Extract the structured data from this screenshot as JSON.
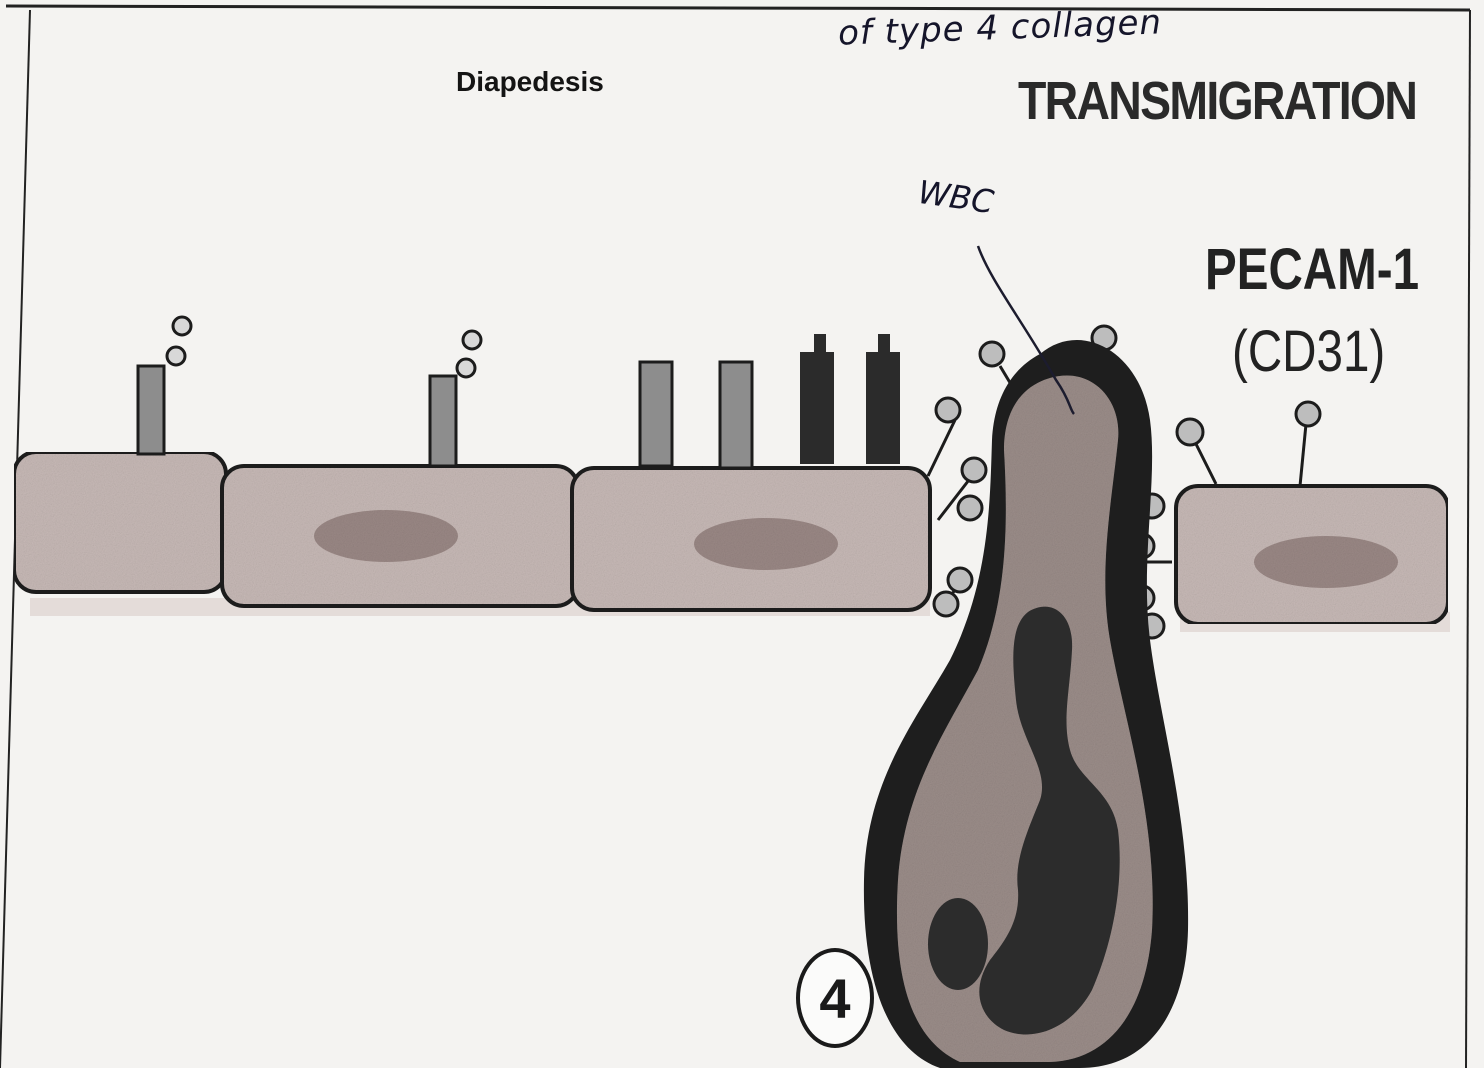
{
  "titles": {
    "diapedesis": "Diapedesis",
    "transmigration": "TRANSMIGRATION"
  },
  "labels": {
    "pecam": "PECAM-1",
    "cd31": "(CD31)",
    "step_number": "4"
  },
  "handwritten": {
    "collagen_note": "of type 4 collagen",
    "wbc": "WBC"
  },
  "colors": {
    "cell_fill": "#c7b9b6",
    "nucleus": "#9a8885",
    "wbc_body": "#9b8d89",
    "wbc_outline": "#1e1e1e",
    "wbc_nucleus": "#2c2c2c",
    "receptor_light": "#8d8d8d",
    "receptor_dark": "#2b2b2b"
  }
}
